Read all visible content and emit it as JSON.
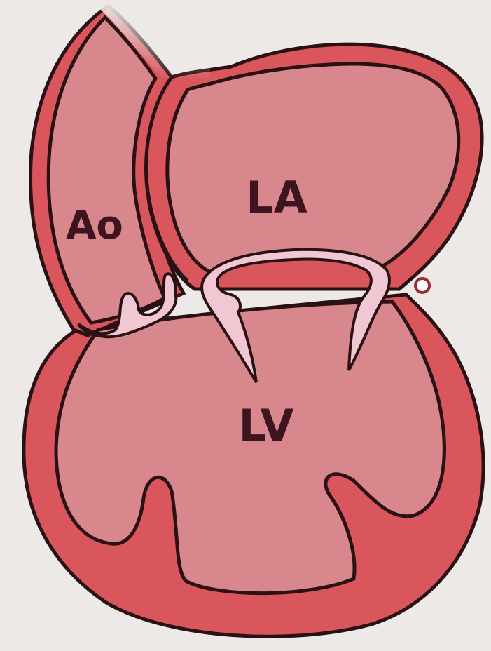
{
  "labels": {
    "aorta": "Ao",
    "left_atrium": "LA",
    "left_ventricle": "LV"
  },
  "colors": {
    "background": "#ece9e6",
    "wall": "#d9565c",
    "chamber": "#d8888d",
    "valve": "#f0c7d3",
    "outline": "#2a1114",
    "label": "#3d1420"
  }
}
